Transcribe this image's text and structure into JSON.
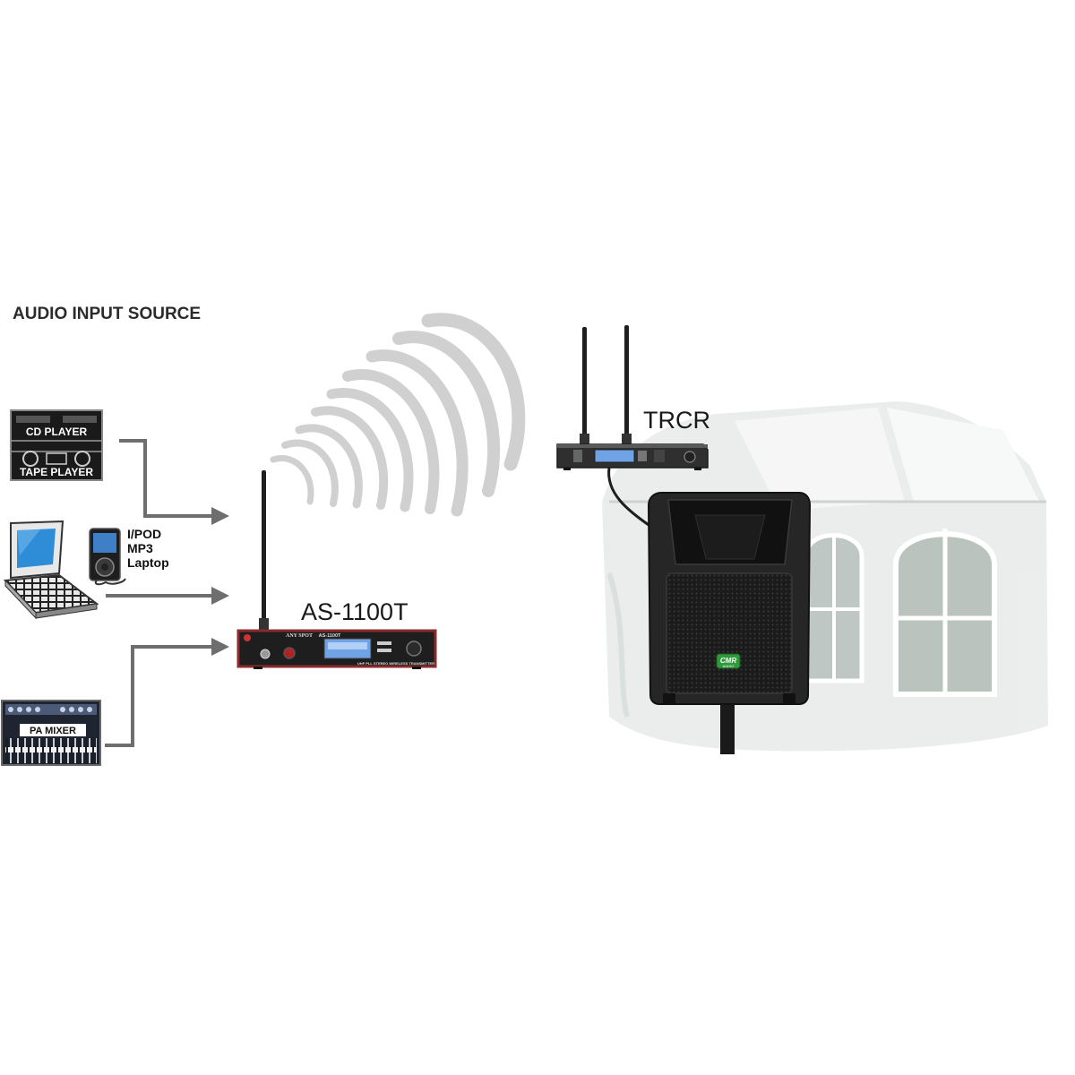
{
  "heading": "AUDIO INPUT SOURCE",
  "sources": {
    "cd_player": "CD PLAYER",
    "tape_player": "TAPE PLAYER",
    "portable_lines": [
      "I/POD",
      "MP3",
      "Laptop"
    ],
    "pa_mixer": "PA MIXER"
  },
  "transmitter": {
    "label": "AS-1100T",
    "brand_text": "ANY SPOT",
    "model_text": "AS-1100T",
    "caption": "UHF PLL STEREO WIRELESS TRANSMITTER"
  },
  "receiver": {
    "label": "TRCR"
  },
  "speaker": {
    "badge": "CMR",
    "badge_sub": "AUDIO"
  },
  "colors": {
    "connector": "#6e6e6e",
    "wave": "#d0d0d0",
    "device_dark": "#2a2a2a",
    "lcd": "#6fa3e6",
    "badge": "#2f9a3a"
  },
  "icons": [
    "cd-tape-player-icon",
    "laptop-icon",
    "mp3-player-icon",
    "pa-mixer-icon",
    "transmitter-icon",
    "receiver-icon",
    "speaker-icon",
    "tent-backdrop"
  ]
}
